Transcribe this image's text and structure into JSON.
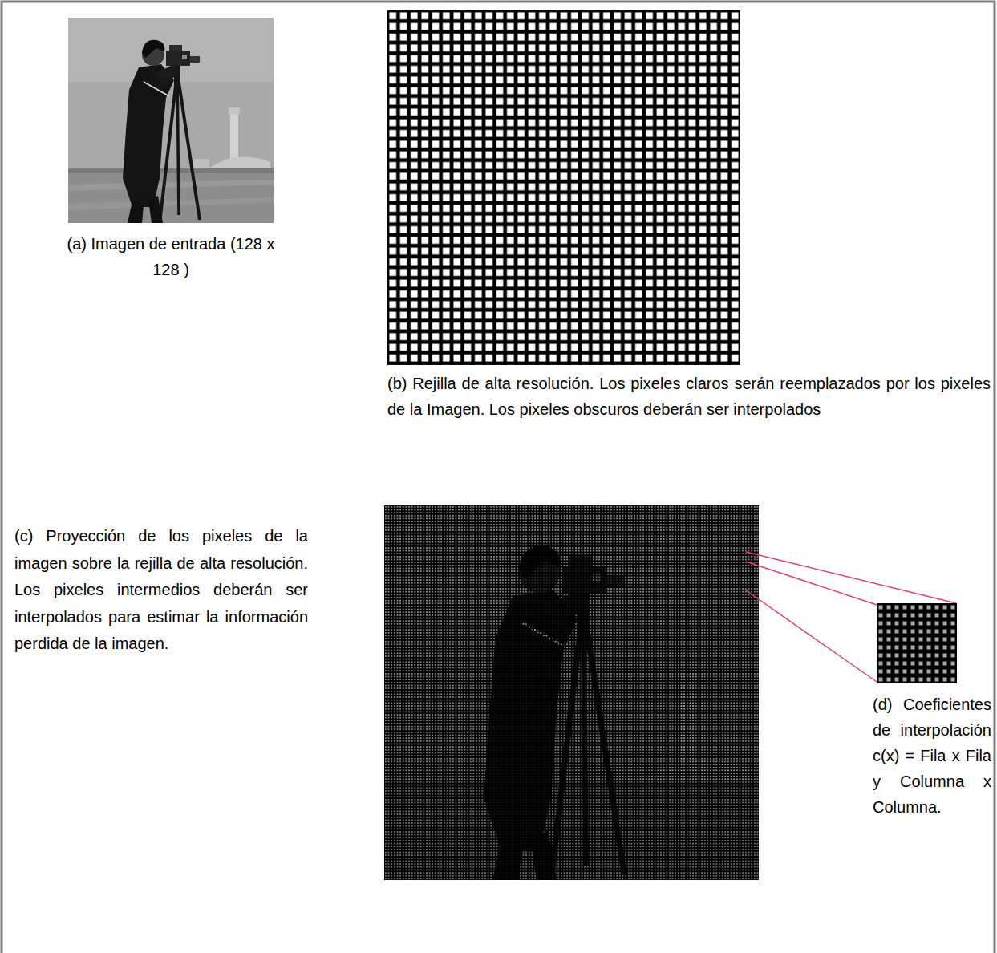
{
  "diagram": {
    "labels": [
      "(a) Imagen de entrada (128 x 128 )",
      "(b) Rejilla de alta resolución. Los pixeles claros serán reemplazados por los pixeles de la Imagen. Los pixeles obscuros deberán ser interpolados",
      "(c) Proyección de los pixeles de la imagen sobre la rejilla de alta resolución. Los pixeles intermedios deberán ser interpolados para estimar la información perdida de la imagen.",
      "(d) Coeficientes de interpolación c(x) = Fila x Fila y Columna x Columna."
    ]
  }
}
